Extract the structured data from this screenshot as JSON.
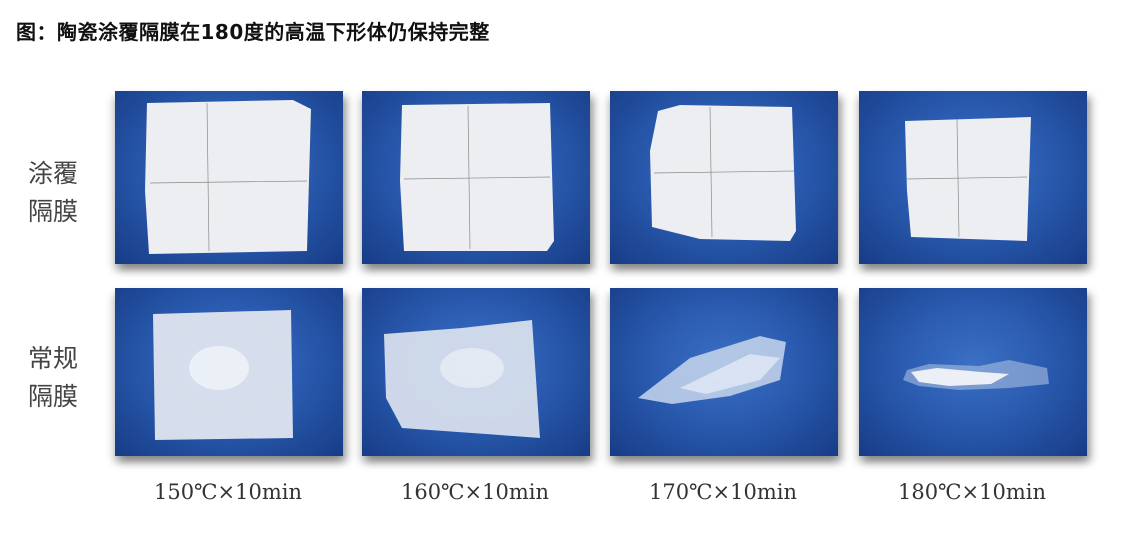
{
  "title": "图：陶瓷涂覆隔膜在180度的高温下形体仍保持完整",
  "rows": [
    {
      "label_line1": "涂覆",
      "label_line2": "隔膜"
    },
    {
      "label_line1": "常规",
      "label_line2": "隔膜"
    }
  ],
  "captions": [
    "150℃×10min",
    "160℃×10min",
    "170℃×10min",
    "180℃×10min"
  ],
  "colors": {
    "background_blue": "#2a5bb0",
    "sample_white": "#eef0f4",
    "translucent_film": "#c8d6ec"
  }
}
